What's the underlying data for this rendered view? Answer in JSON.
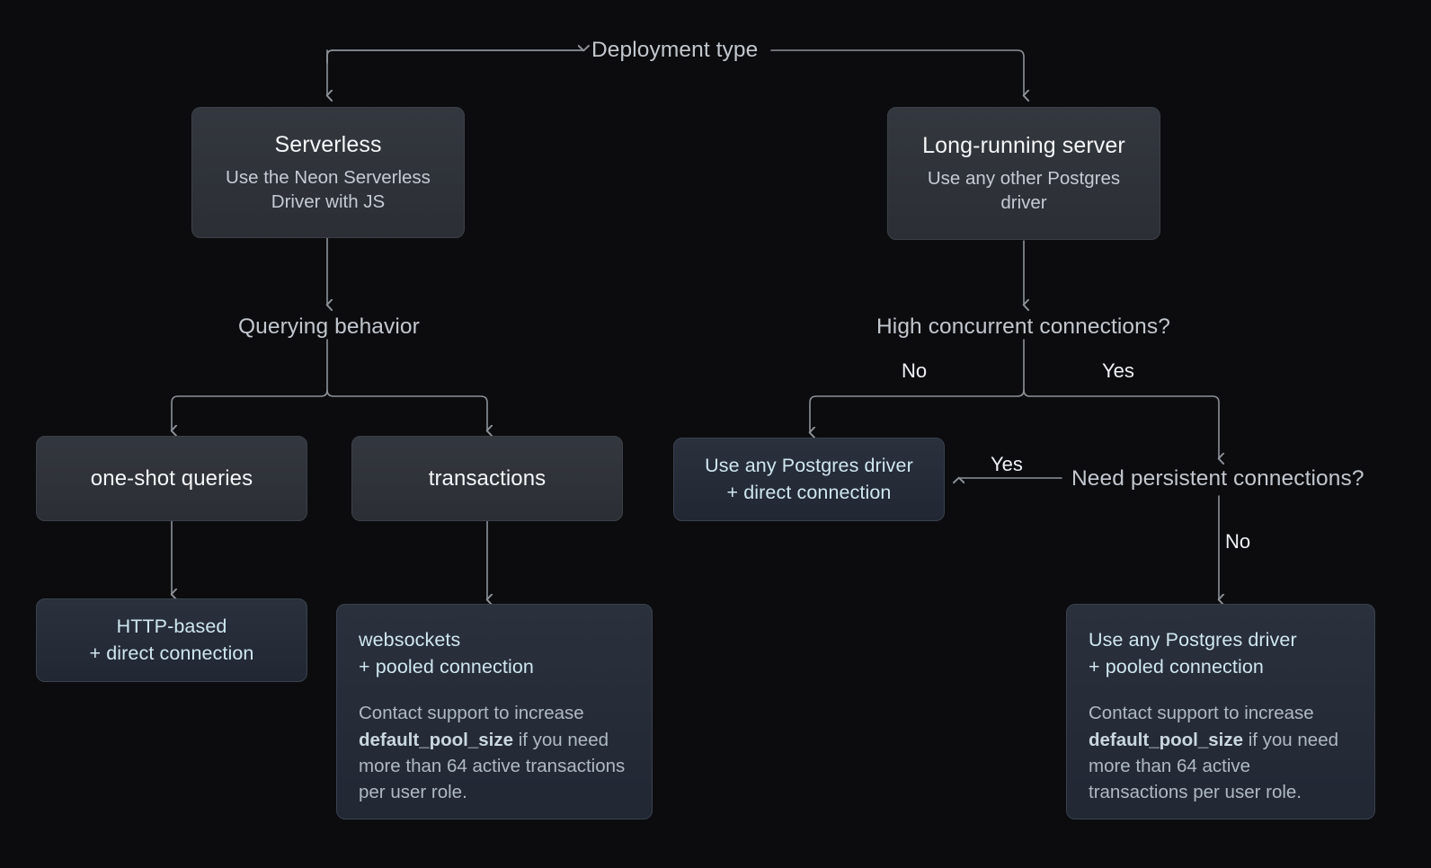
{
  "diagram": {
    "root_label": "Deployment type",
    "nodes": {
      "serverless": {
        "title": "Serverless",
        "subtitle": "Use the Neon Serverless Driver with JS"
      },
      "long_running": {
        "title": "Long-running server",
        "subtitle": "Use any other Postgres driver"
      },
      "one_shot": {
        "title": "one-shot queries"
      },
      "transactions": {
        "title": "transactions"
      },
      "http_based": {
        "title": "HTTP-based\n+ direct connection"
      },
      "websockets": {
        "title": "websockets\n+ pooled connection",
        "note_before": "Contact support to increase ",
        "note_code": "default_pool_size",
        "note_after": " if you need more than 64 active transactions per user role."
      },
      "direct_conn": {
        "title": "Use any Postgres driver\n+ direct connection"
      },
      "pooled_conn": {
        "title": "Use any Postgres driver\n+ pooled connection",
        "note_before": "Contact support to increase ",
        "note_code": "default_pool_size",
        "note_after": " if you need more than 64 active transactions per user role."
      }
    },
    "decisions": {
      "querying_behavior": "Querying behavior",
      "high_concurrent": "High concurrent connections?",
      "need_persistent": "Need persistent connections?"
    },
    "branch_labels": {
      "concurrent_no": "No",
      "concurrent_yes": "Yes",
      "persistent_yes": "Yes",
      "persistent_no": "No"
    },
    "colors": {
      "background": "#0c0c0e",
      "edge": "#8d9299",
      "node_grey": "#2e3239",
      "node_blue": "#262b36",
      "text_primary": "#f2f4f7",
      "text_blue": "#cfe3ea"
    }
  }
}
